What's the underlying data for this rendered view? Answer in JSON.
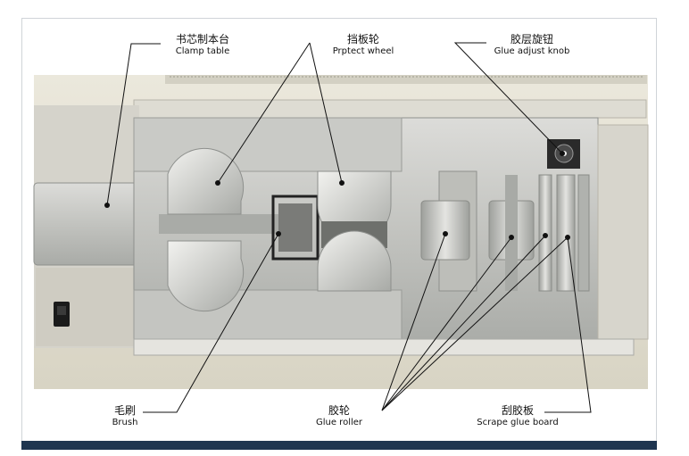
{
  "labels": {
    "clamp_table": {
      "cn": "书芯制本台",
      "en": "Clamp table"
    },
    "protect_wheel": {
      "cn": "挡板轮",
      "en": "Prptect wheel"
    },
    "glue_knob": {
      "cn": "胶层旋钮",
      "en": "Glue adjust knob"
    },
    "brush": {
      "cn": "毛刷",
      "en": "Brush"
    },
    "glue_roller": {
      "cn": "胶轮",
      "en": "Glue roller"
    },
    "scrape_board": {
      "cn": "刮胶板",
      "en": "Scrape glue board"
    }
  },
  "colors": {
    "steel_light": "#d9d9d6",
    "steel_mid": "#b9bab6",
    "steel_dark": "#8e908d",
    "housing": "#e6e3d6",
    "frame_navy": "#1e3550"
  }
}
